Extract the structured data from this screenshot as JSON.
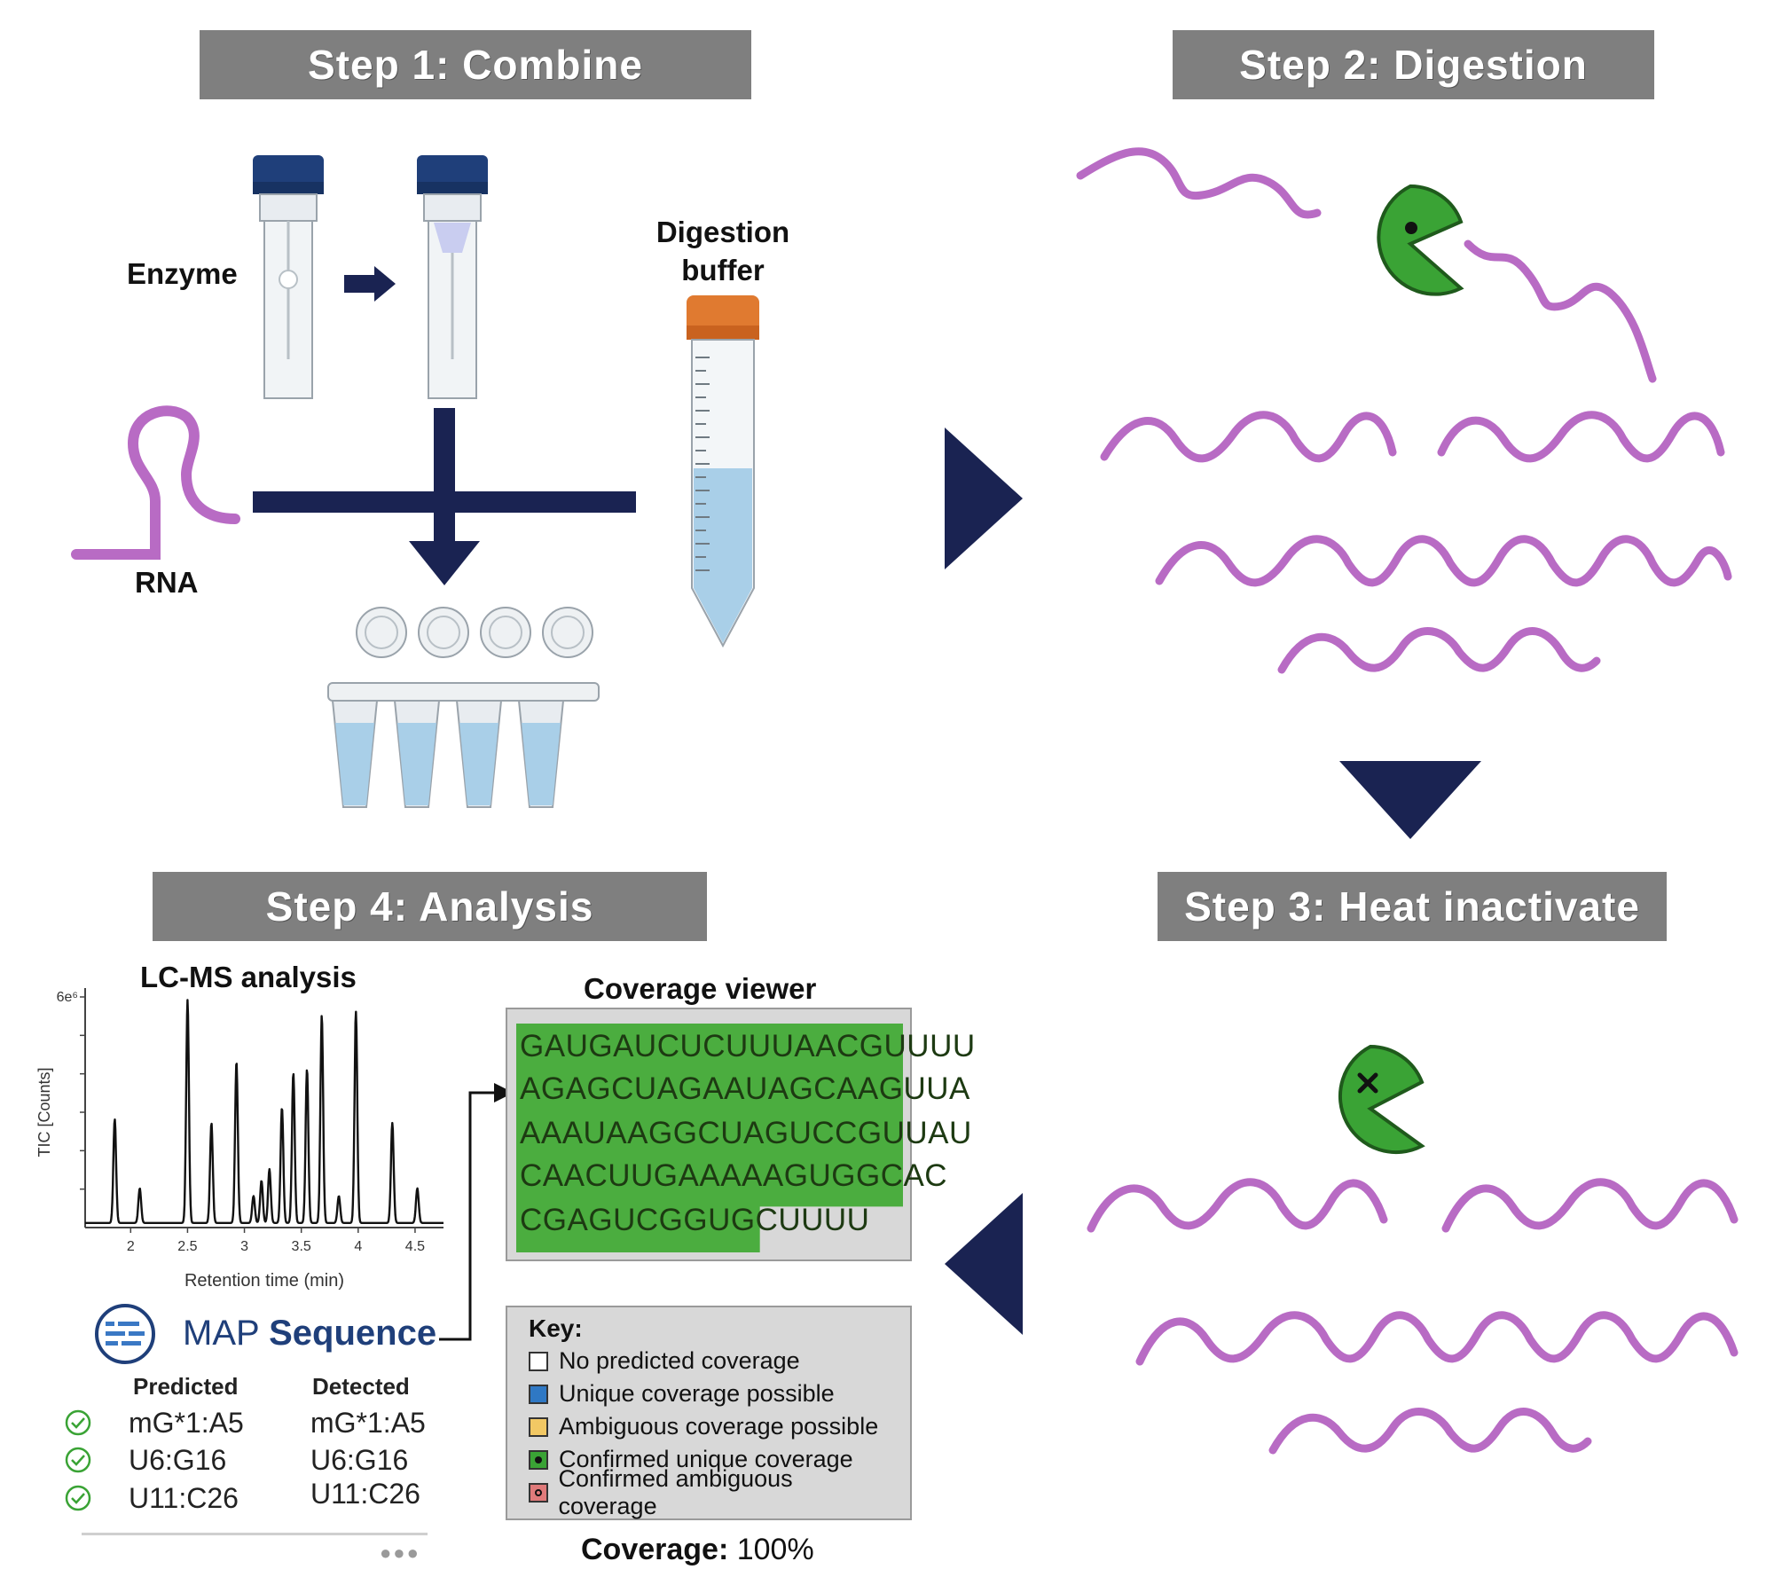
{
  "steps": {
    "step1": "Step 1: Combine",
    "step2": "Step 2: Digestion",
    "step3": "Step 3: Heat inactivate",
    "step4": "Step 4: Analysis"
  },
  "step1_labels": {
    "enzyme": "Enzyme",
    "rna": "RNA",
    "digestion_buffer_line1": "Digestion",
    "digestion_buffer_line2": "buffer"
  },
  "step4": {
    "lcms_title": "LC-MS analysis",
    "coverage_title": "Coverage viewer",
    "brand_light": "MAP",
    "brand_bold": "Sequence",
    "table_headers": [
      "Predicted",
      "Detected"
    ],
    "table_rows": [
      {
        "predicted": "mG*1:A5",
        "detected": "mG*1:A5"
      },
      {
        "predicted": "U6:G16",
        "detected": "U6:G16"
      },
      {
        "predicted": "U11:C26",
        "detected": "U11:C26"
      }
    ],
    "sequence_lines": [
      "GAUGAUCUCUUUAACGUUUU",
      "AGAGCUAGAAUAGCAAGUUA",
      "AAAUAAGGCUAGUCCGUUAU",
      "CAACUUGAAAAAGUGGCAC",
      "CGAGUCGGUGCUUUU"
    ],
    "key": {
      "title": "Key:",
      "items": [
        {
          "label": "No predicted coverage",
          "color": "#ffffff",
          "dot": false
        },
        {
          "label": "Unique coverage possible",
          "color": "#2f78c4",
          "dot": false
        },
        {
          "label": "Ambiguous coverage possible",
          "color": "#f2c864",
          "dot": false
        },
        {
          "label": "Confirmed unique coverage",
          "color": "#3aa335",
          "dot": true
        },
        {
          "label": "Confirmed ambiguous coverage",
          "color": "#e07a7a",
          "dot": true
        }
      ]
    },
    "coverage_label": "Coverage:",
    "coverage_value": "100%"
  },
  "chart_data": {
    "type": "line",
    "title": "",
    "xlabel": "Retention time (min)",
    "ylabel": "TIC [Counts]",
    "y_max_label": "6e⁶",
    "x_ticks": [
      "2",
      "2.5",
      "3",
      "3.5",
      "4",
      "4.5"
    ],
    "xlim": [
      1.6,
      4.75
    ],
    "ylim": [
      0,
      6.0
    ],
    "peaks": [
      {
        "x": 1.86,
        "y": 2.7
      },
      {
        "x": 2.08,
        "y": 0.9
      },
      {
        "x": 2.5,
        "y": 5.8
      },
      {
        "x": 2.71,
        "y": 2.6
      },
      {
        "x": 2.93,
        "y": 4.2
      },
      {
        "x": 3.08,
        "y": 0.7
      },
      {
        "x": 3.15,
        "y": 1.1
      },
      {
        "x": 3.22,
        "y": 1.4
      },
      {
        "x": 3.33,
        "y": 3.0
      },
      {
        "x": 3.43,
        "y": 3.9
      },
      {
        "x": 3.55,
        "y": 4.0
      },
      {
        "x": 3.68,
        "y": 5.4
      },
      {
        "x": 3.83,
        "y": 0.7
      },
      {
        "x": 3.98,
        "y": 5.5
      },
      {
        "x": 4.3,
        "y": 2.6
      },
      {
        "x": 4.52,
        "y": 0.9
      }
    ]
  },
  "colors": {
    "header_bg": "#7f7f7f",
    "navy": "#1a2352",
    "rna_purple": "#b86bc4",
    "pacman_green": "#3aa335",
    "coverage_green": "#4bad3f",
    "panel_gray": "#d8d8d8"
  }
}
